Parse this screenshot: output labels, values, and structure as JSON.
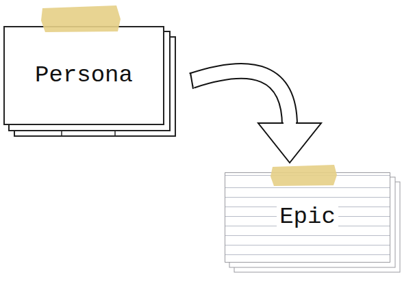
{
  "diagram": {
    "nodes": [
      {
        "text": [
          "Persona"
        ]
      },
      {
        "text": [
          "Epic"
        ]
      }
    ],
    "edges": [
      {
        "from": 0,
        "to": 1,
        "arrow": "to"
      }
    ]
  }
}
